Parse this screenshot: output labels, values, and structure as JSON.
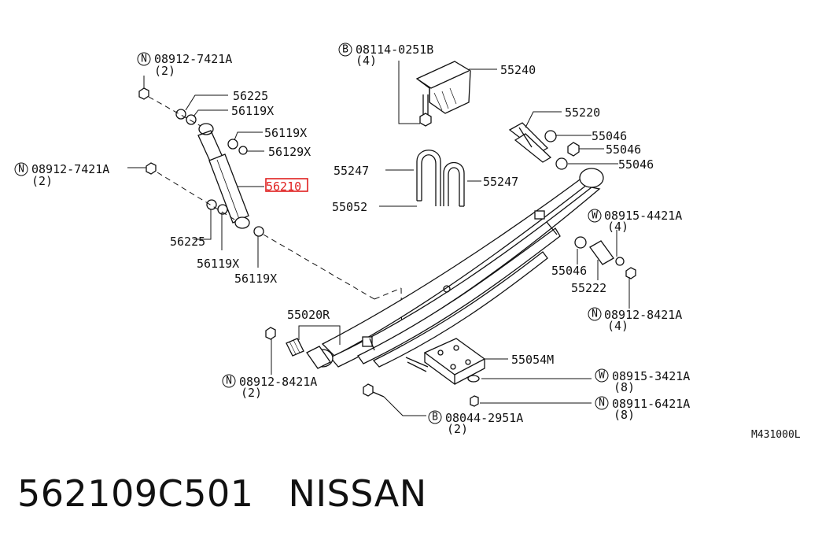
{
  "diagram": {
    "code": "M431000L",
    "highlight_color": "#e0201f",
    "labels": {
      "n_08912_7421A_top": "08912-7421A",
      "n_08912_7421A_top_qty": "(2)",
      "p_56225_top": "56225",
      "p_56119X_top": "56119X",
      "p_56119X_mid": "56119X",
      "p_56129X": "56129X",
      "n_08912_7421A_left": "08912-7421A",
      "n_08912_7421A_left_qty": "(2)",
      "p_56210_highlight": "56210",
      "p_56225_bot": "56225",
      "p_56119X_bot1": "56119X",
      "p_56119X_bot2": "56119X",
      "b_08114_0251B": "08114-0251B",
      "b_08114_0251B_qty": "(4)",
      "p_55240": "55240",
      "p_55247_left": "55247",
      "p_55247_right": "55247",
      "p_55052": "55052",
      "p_55220": "55220",
      "p_55046_1": "55046",
      "p_55046_2": "55046",
      "p_55046_3": "55046",
      "w_08915_4421A": "08915-4421A",
      "w_08915_4421A_qty": "(4)",
      "p_55046_4": "55046",
      "p_55222": "55222",
      "n_08912_8421A_right": "08912-8421A",
      "n_08912_8421A_right_qty": "(4)",
      "p_55020R": "55020R",
      "n_08912_8421A_left": "08912-8421A",
      "n_08912_8421A_left_qty": "(2)",
      "p_55054M": "55054M",
      "w_08915_3421A": "08915-3421A",
      "w_08915_3421A_qty": "(8)",
      "n_08911_6421A": "08911-6421A",
      "n_08911_6421A_qty": "(8)",
      "b_08044_2951A": "08044-2951A",
      "b_08044_2951A_qty": "(2)"
    },
    "symbols": {
      "N": "N",
      "B": "B",
      "W": "W"
    }
  },
  "footer": {
    "part_number": "562109C501",
    "brand": "NISSAN"
  }
}
